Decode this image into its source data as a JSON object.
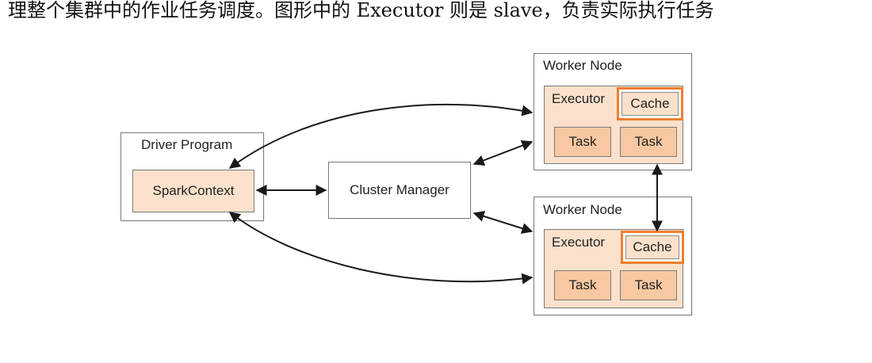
{
  "header_text": "理整个集群中的作业任务调度。图形中的 Executor 则是 slave，负责实际执行任务",
  "diagram": {
    "driver": {
      "title": "Driver Program",
      "context": "SparkContext"
    },
    "cluster_manager": {
      "label": "Cluster Manager"
    },
    "workers": [
      {
        "title": "Worker Node",
        "executor": "Executor",
        "cache": "Cache",
        "tasks": [
          "Task",
          "Task"
        ]
      },
      {
        "title": "Worker Node",
        "executor": "Executor",
        "cache": "Cache",
        "tasks": [
          "Task",
          "Task"
        ]
      }
    ],
    "colors": {
      "box_border": "#7a7a7a",
      "context_fill": "#fbe1cb",
      "task_fill": "#f7c8a2",
      "cache_highlight": "#ef7e2f",
      "arrow": "#1a1a1a"
    }
  }
}
